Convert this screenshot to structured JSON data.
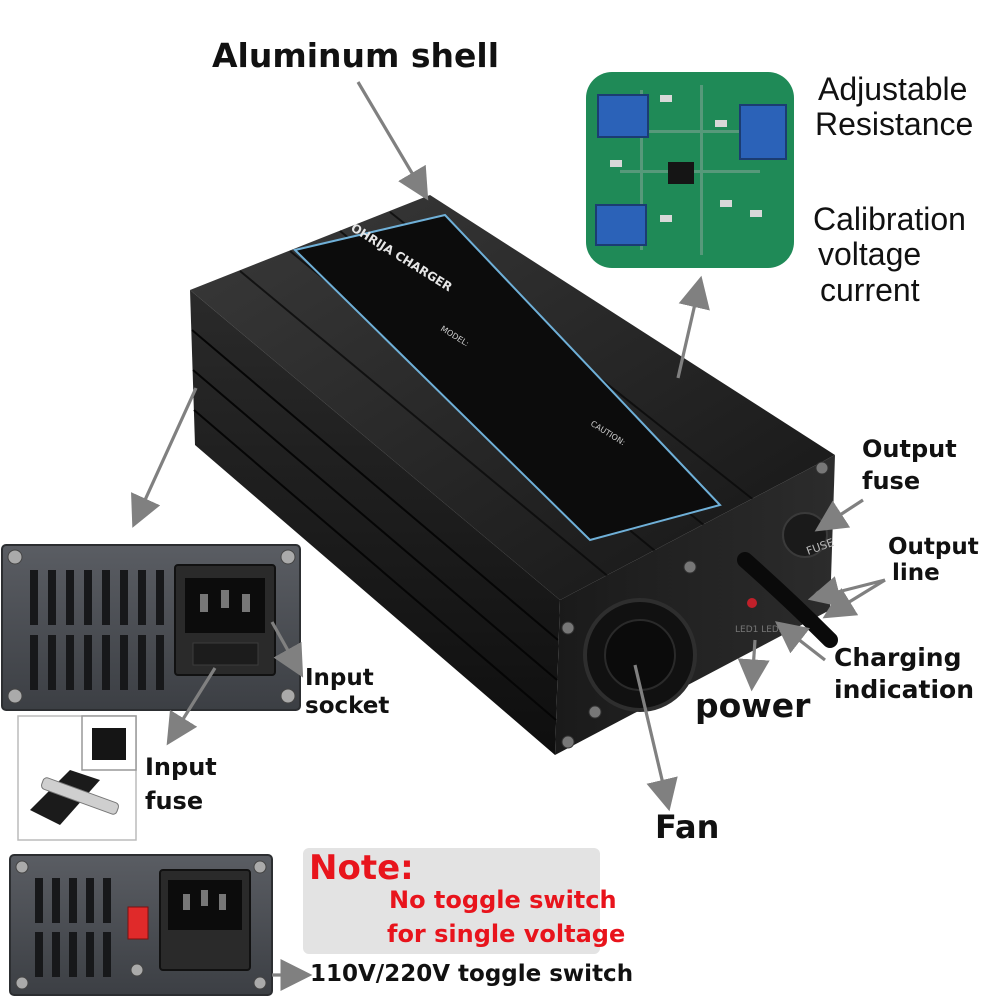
{
  "labels": {
    "aluminum_shell": "Aluminum shell",
    "adjustable": "Adjustable",
    "resistance": "Resistance",
    "calibration": "Calibration",
    "voltage": "voltage",
    "current": "current",
    "output_fuse_1": "Output",
    "output_fuse_2": "fuse",
    "output_line_1": "Output",
    "output_line_2": "line",
    "charging_1": "Charging",
    "charging_2": "indication",
    "power": "power",
    "fan": "Fan",
    "input_socket_1": "Input",
    "input_socket_2": "socket",
    "input_fuse_1": "Input",
    "input_fuse_2": "fuse",
    "toggle": "110V/220V  toggle switch"
  },
  "product": {
    "brand": "OHRIJA CHARGER",
    "caution": "CAUTION:",
    "model": "MODEL:",
    "fuse_cap": "FUSE",
    "led_labels": "LED1  LED2"
  },
  "note": {
    "title": "Note:",
    "line1": "No toggle switch",
    "line2": "for single voltage"
  },
  "colors": {
    "red": "#e8141c",
    "arrow": "#808080",
    "shell": "#1c1c1c",
    "pcb": "#1f8a57",
    "panel": "#4a4d52"
  }
}
